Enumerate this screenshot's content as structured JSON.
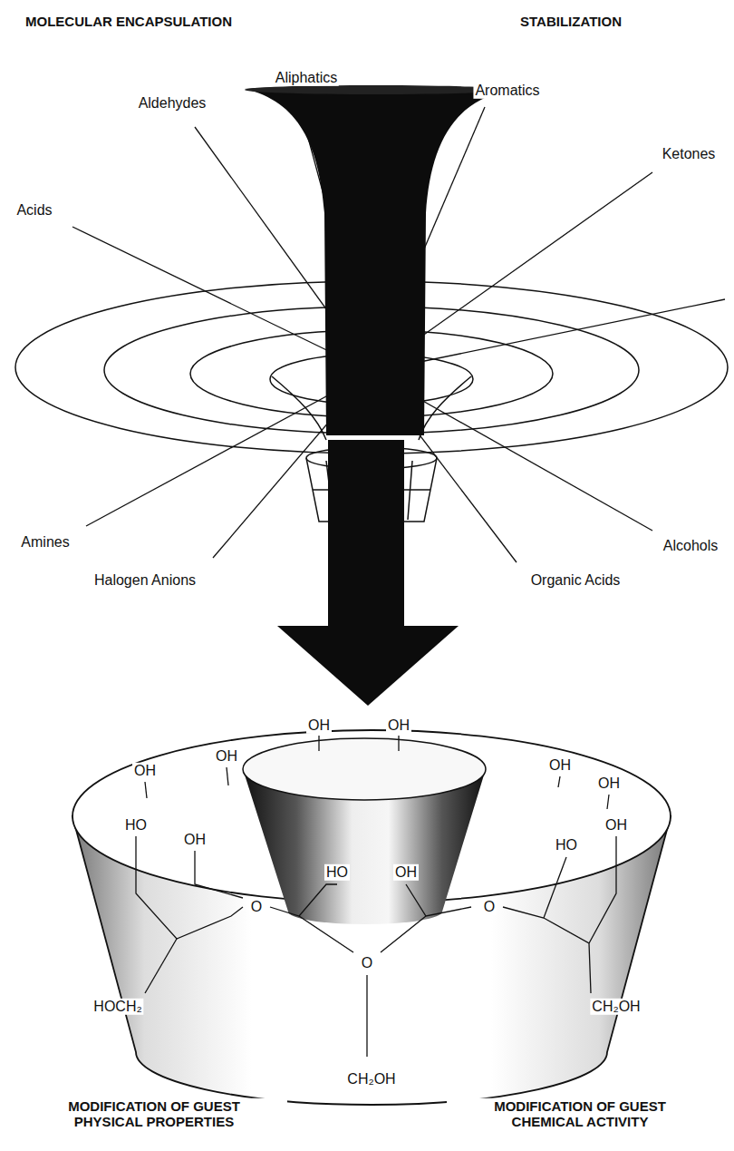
{
  "diagram": {
    "labels": [
      "MOLECULAR ENCAPSULATION",
      "STABILIZATION",
      "Aliphatics",
      "Aldehydes",
      "Aromatics",
      "Ketones",
      "Acids",
      "Amines",
      "Alcohols",
      "Halogen Anions",
      "Organic Acids",
      "OH",
      "OH",
      "OH",
      "OH",
      "OH",
      "OH",
      "HO",
      "OH",
      "OH",
      "HO",
      "HO",
      "OH",
      "O",
      "O",
      "O",
      "HOCH₂",
      "CH₂OH",
      "CH₂OH",
      "MODIFICATION OF GUEST PHYSICAL PROPERTIES",
      "MODIFICATION OF GUEST CHEMICAL ACTIVITY"
    ]
  }
}
